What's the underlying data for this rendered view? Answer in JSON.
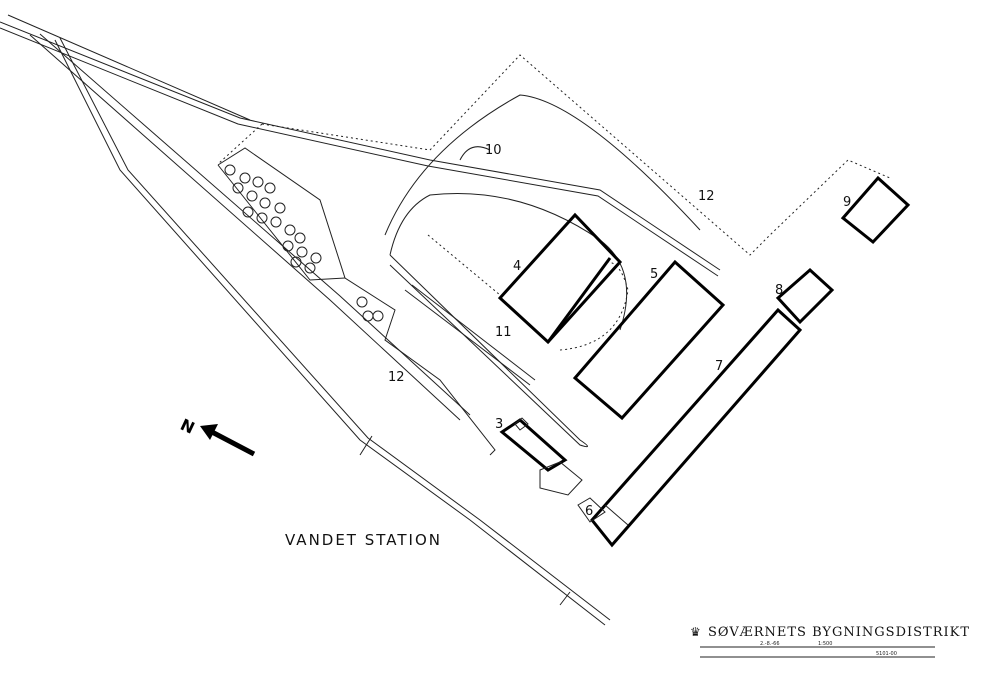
{
  "map": {
    "station_name": "VANDET STATION",
    "north_label": "N",
    "buildings": [
      {
        "number": "3"
      },
      {
        "number": "4"
      },
      {
        "number": "5"
      },
      {
        "number": "6"
      },
      {
        "number": "7"
      },
      {
        "number": "8"
      },
      {
        "number": "9"
      }
    ],
    "labels": {
      "l10": "10",
      "l11": "11",
      "l12a": "12",
      "l12b": "12"
    }
  },
  "title_block": {
    "org": "SØVÆRNETS BYGNINGSDISTRIKT",
    "scale": "1:500",
    "date": "2.-8.-66",
    "drawing_no": "5101-00"
  }
}
